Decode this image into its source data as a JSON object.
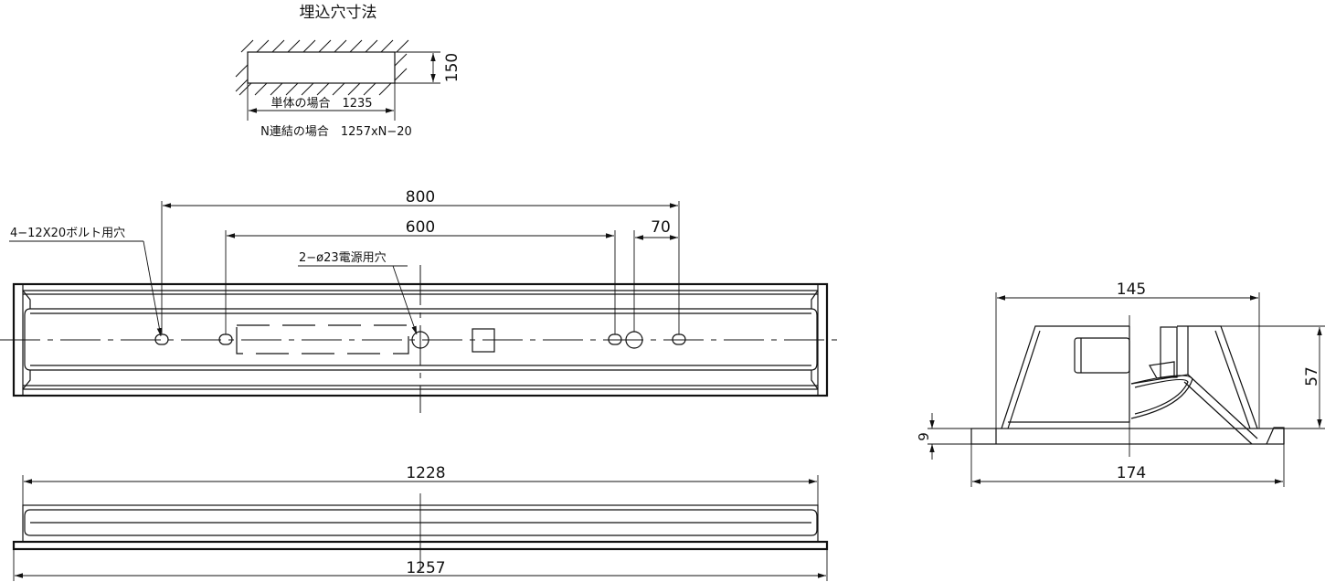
{
  "cutout": {
    "title": "埋込穴寸法",
    "height_dim": "150",
    "single_label": "単体の場合　1235",
    "chain_label": "N連結の場合　1257xN−20"
  },
  "plan": {
    "dim_800": "800",
    "dim_600": "600",
    "dim_70": "70",
    "bolt_note": "4−12X20ボルト用穴",
    "power_note": "2−ø23電源用穴"
  },
  "side": {
    "dim_1228": "1228",
    "dim_1257": "1257"
  },
  "section": {
    "dim_145": "145",
    "dim_57": "57",
    "dim_9": "9",
    "dim_174": "174"
  }
}
